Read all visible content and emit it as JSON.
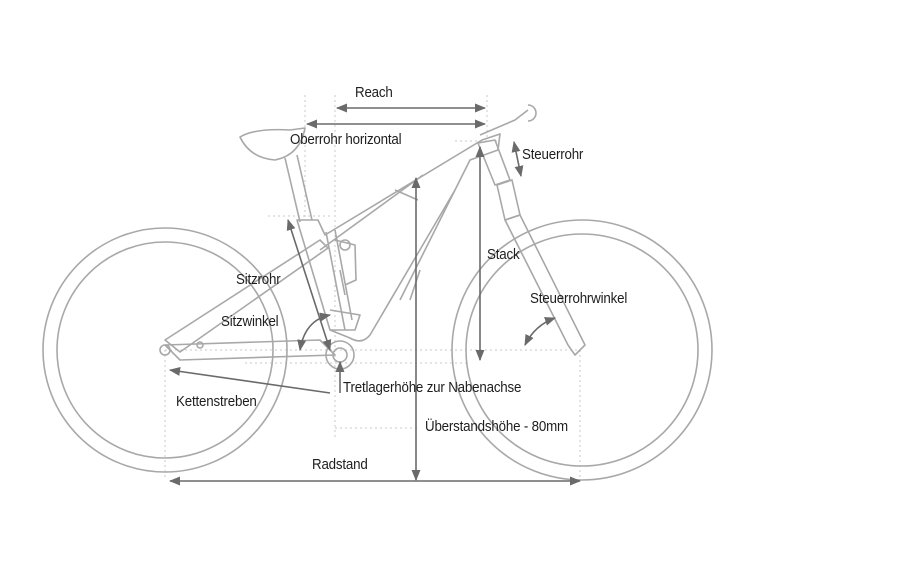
{
  "labels": {
    "reach": "Reach",
    "top_tube": "Oberrohr horizontal",
    "head_tube": "Steuerrohr",
    "stack": "Stack",
    "seat_tube": "Sitzrohr",
    "head_angle": "Steuerrohrwinkel",
    "seat_angle": "Sitzwinkel",
    "bb_drop": "Tretlagerhöhe zur Nabenachse",
    "chainstay": "Kettenstreben",
    "standover": "Überstandshöhe - 80mm",
    "wheelbase": "Radstand"
  },
  "colors": {
    "frame": "#a8a8a8",
    "arrow": "#6a6a6a",
    "guide": "#c8c8c8",
    "text": "#1e1e1e"
  }
}
